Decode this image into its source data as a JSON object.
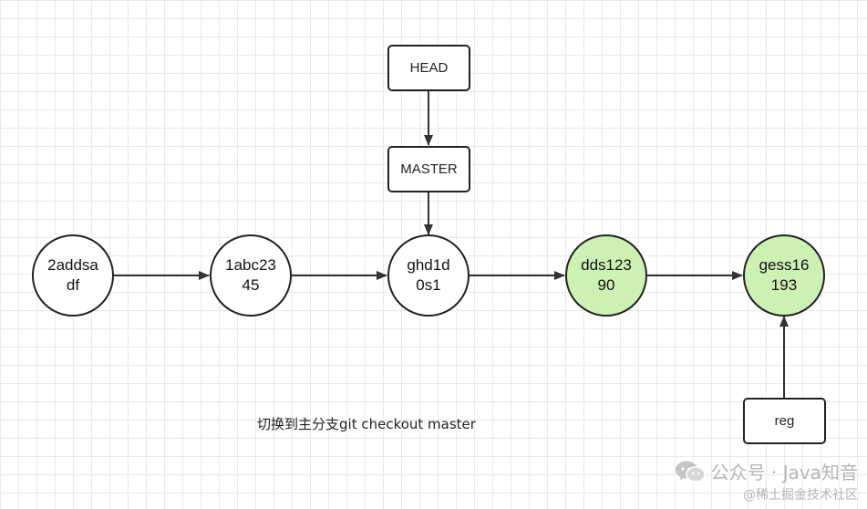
{
  "diagram": {
    "commits": [
      {
        "id": "c1",
        "label": "2addsa\ndf",
        "highlight": false
      },
      {
        "id": "c2",
        "label": "1abc23\n45",
        "highlight": false
      },
      {
        "id": "c3",
        "label": "ghd1d\n0s1",
        "highlight": false
      },
      {
        "id": "c4",
        "label": "dds123\n90",
        "highlight": true
      },
      {
        "id": "c5",
        "label": "gess16\n193",
        "highlight": true
      }
    ],
    "refs": {
      "head": "HEAD",
      "master": "MASTER",
      "reg": "reg"
    },
    "caption": "切换到主分支git checkout master"
  },
  "watermark": {
    "main": "公众号 · Java知音",
    "sub": "@稀土掘金技术社区"
  },
  "colors": {
    "highlight_fill": "#cdf0b3",
    "stroke": "#222222"
  }
}
